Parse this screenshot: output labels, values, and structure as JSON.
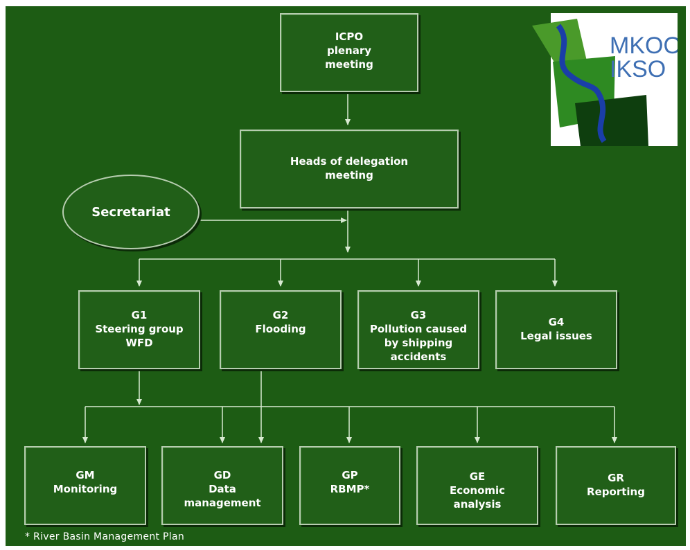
{
  "nodes": {
    "plenary": [
      "ICPO",
      "plenary",
      "meeting"
    ],
    "heads": [
      "Heads of delegation",
      "meeting"
    ],
    "secretariat": "Secretariat",
    "g1": [
      "G1",
      "Steering group",
      "WFD"
    ],
    "g2": [
      "G2",
      "Flooding"
    ],
    "g3": [
      "G3",
      "Pollution caused",
      "by shipping",
      "accidents"
    ],
    "g4": [
      "G4",
      "Legal issues"
    ],
    "gm": [
      "GM",
      "Monitoring"
    ],
    "gd": [
      "GD",
      "Data",
      "management"
    ],
    "gp": [
      "GP",
      "RBMP*"
    ],
    "ge": [
      "GE",
      "Economic",
      "analysis"
    ],
    "gr": [
      "GR",
      "Reporting"
    ]
  },
  "footnote": "* River Basin Management Plan",
  "logo": {
    "line1": "MKOO",
    "line2": "IKSO"
  },
  "colors": {
    "background": "#1d5c14",
    "box": "#215f18",
    "border": "#b7cdb0",
    "connector": "#d8ead2",
    "logo_text": "#3e6fb3"
  }
}
